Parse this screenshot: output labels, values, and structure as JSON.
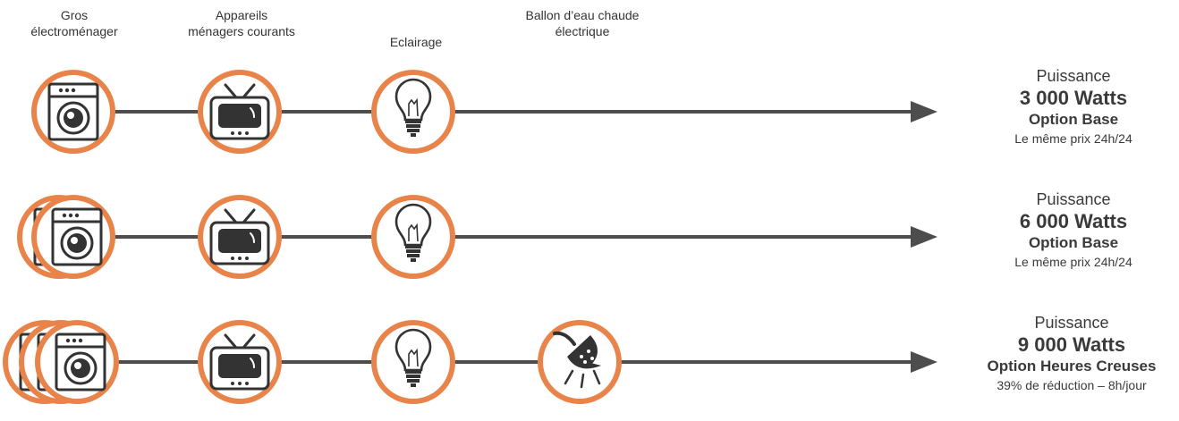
{
  "categories": [
    {
      "line1": "Gros",
      "line2": "électroménager"
    },
    {
      "line1": "Appareils",
      "line2": "ménagers courants"
    },
    {
      "line1": "Eclairage",
      "line2": ""
    },
    {
      "line1": "Ballon d’eau chaude",
      "line2": "électrique"
    }
  ],
  "rows": [
    {
      "label": "Puissance",
      "watts": "3 000 Watts",
      "option": "Option Base",
      "note": "Le même prix 24h/24"
    },
    {
      "label": "Puissance",
      "watts": "6 000 Watts",
      "option": "Option Base",
      "note": "Le même prix 24h/24"
    },
    {
      "label": "Puissance",
      "watts": "9 000 Watts",
      "option": "Option Heures Creuses",
      "note": "39% de réduction – 8h/jour"
    }
  ],
  "colors": {
    "accent": "#e8834a",
    "line": "#4d4d4d",
    "text": "#3a3a3a",
    "icon_fill": "#ffffff"
  },
  "icons": [
    "washing-machine-icon",
    "tv-icon",
    "light-bulb-icon",
    "shower-head-icon",
    "arrow-icon"
  ]
}
